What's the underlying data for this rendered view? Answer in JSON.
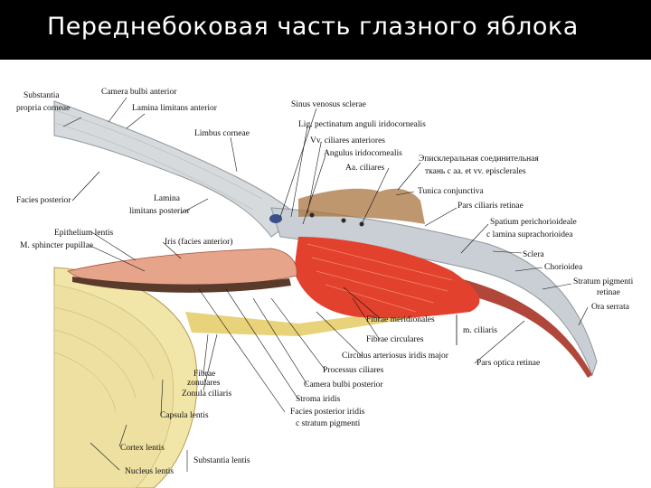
{
  "title": "Переднебоковая часть глазного яблока",
  "labels": {
    "substantia_propria_1": "Substantia",
    "substantia_propria_2": "propria corneae",
    "camera_anterior": "Camera bulbi anterior",
    "lamina_lim_anterior": "Lamina limitans anterior",
    "limbus": "Limbus corneae",
    "facies_posterior": "Facies posterior",
    "lamina_lim_posterior_1": "Lamina",
    "lamina_lim_posterior_2": "limitans posterior",
    "sinus": "Sinus venosus sclerae",
    "lig_pectinatum": "Lig. pectinatum anguli iridocornealis",
    "vv_ciliares": "Vv. ciliares anteriores",
    "angulus": "Angulus iridocornealis",
    "episcleral_1": "Эписклеральная соединительная",
    "episcleral_2": "ткань с aa. et vv. episclerales",
    "aa_ciliares": "Aa. ciliares",
    "tunica_conj": "Tunica conjunctiva",
    "pars_ciliaris": "Pars ciliaris retinae",
    "spatium_1": "Spatium perichorioideale",
    "spatium_2": "с lamina suprachorioidea",
    "sclera": "Sclera",
    "chorioidea": "Chorioidea",
    "stratum_pigmenti_1": "Stratum pigmenti",
    "stratum_pigmenti_2": "retinae",
    "ora_serrata": "Ora serrata",
    "epithelium_lentis": "Epithelium lentis",
    "sphincter": "M. sphincter pupillae",
    "iris_facies": "Iris (facies anterior)",
    "fibrae_merid": "Fibrae meridionales",
    "fibrae_circ": "Fibrae circulares",
    "m_ciliaris": "m. ciliaris",
    "circulus": "Circulus arteriosus iridis major",
    "pars_optica": "Pars optica retinae",
    "processus": "Processus ciliares",
    "fibrae_zon_1": "Fibrae",
    "fibrae_zon_2": "zonulares",
    "zonula": "Zonula ciliaris",
    "camera_posterior": "Camera bulbi posterior",
    "stroma": "Stroma iridis",
    "facies_post_iridis_1": "Facies posterior iridis",
    "facies_post_iridis_2": "с stratum pigmenti",
    "capsula": "Capsula lentis",
    "cortex": "Cortex lentis",
    "nucleus": "Nucleus lentis",
    "substantia_lentis": "Substantia lentis"
  },
  "colors": {
    "title_bar": "#000000",
    "sclera": "#c9cfd4",
    "cornea": "#d6dadc",
    "lens": "#f1e6a8",
    "ciliary_muscle": "#e2412e",
    "iris": "#e6a58a",
    "pigment": "#5a3a2a",
    "conjunctiva": "#a8743f"
  }
}
